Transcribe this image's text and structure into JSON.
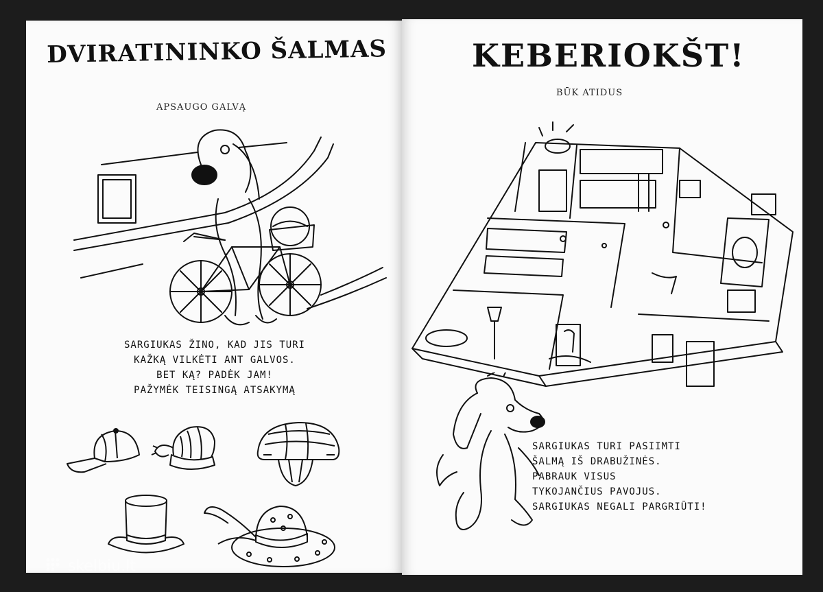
{
  "left_page": {
    "title": "DVIRATININKO ŠALMAS",
    "caption": "APSAUGO GALVĄ",
    "instructions": [
      "SARGIUKAS ŽINO, KAD JIS TURI",
      "KAŽKĄ VILKĖTI ANT GALVOS.",
      "BET KĄ? PADĖK JAM!",
      "PAŽYMĖK TEISINGĄ ATSAKYMĄ"
    ],
    "options": [
      {
        "icon": "baseball-cap-icon"
      },
      {
        "icon": "knit-hat-icon"
      },
      {
        "icon": "bicycle-helmet-icon"
      },
      {
        "icon": "top-hat-icon"
      },
      {
        "icon": "sun-hat-icon"
      }
    ]
  },
  "right_page": {
    "title": "KEBERIOKŠT!",
    "caption": "BŪK ATIDUS",
    "instructions": [
      "SARGIUKAS TURI PASIIMTI",
      "ŠALMĄ IŠ DRABUŽINĖS.",
      "PABRAUK VISUS",
      "TYKOJANČIUS PAVOJUS.",
      "SARGIUKAS NEGALI PARGRIŪTI!"
    ]
  },
  "watermark": "skelbiu.lt",
  "colors": {
    "ink": "#111111",
    "paper": "#fbfbfb",
    "background": "#1c1c1c"
  }
}
